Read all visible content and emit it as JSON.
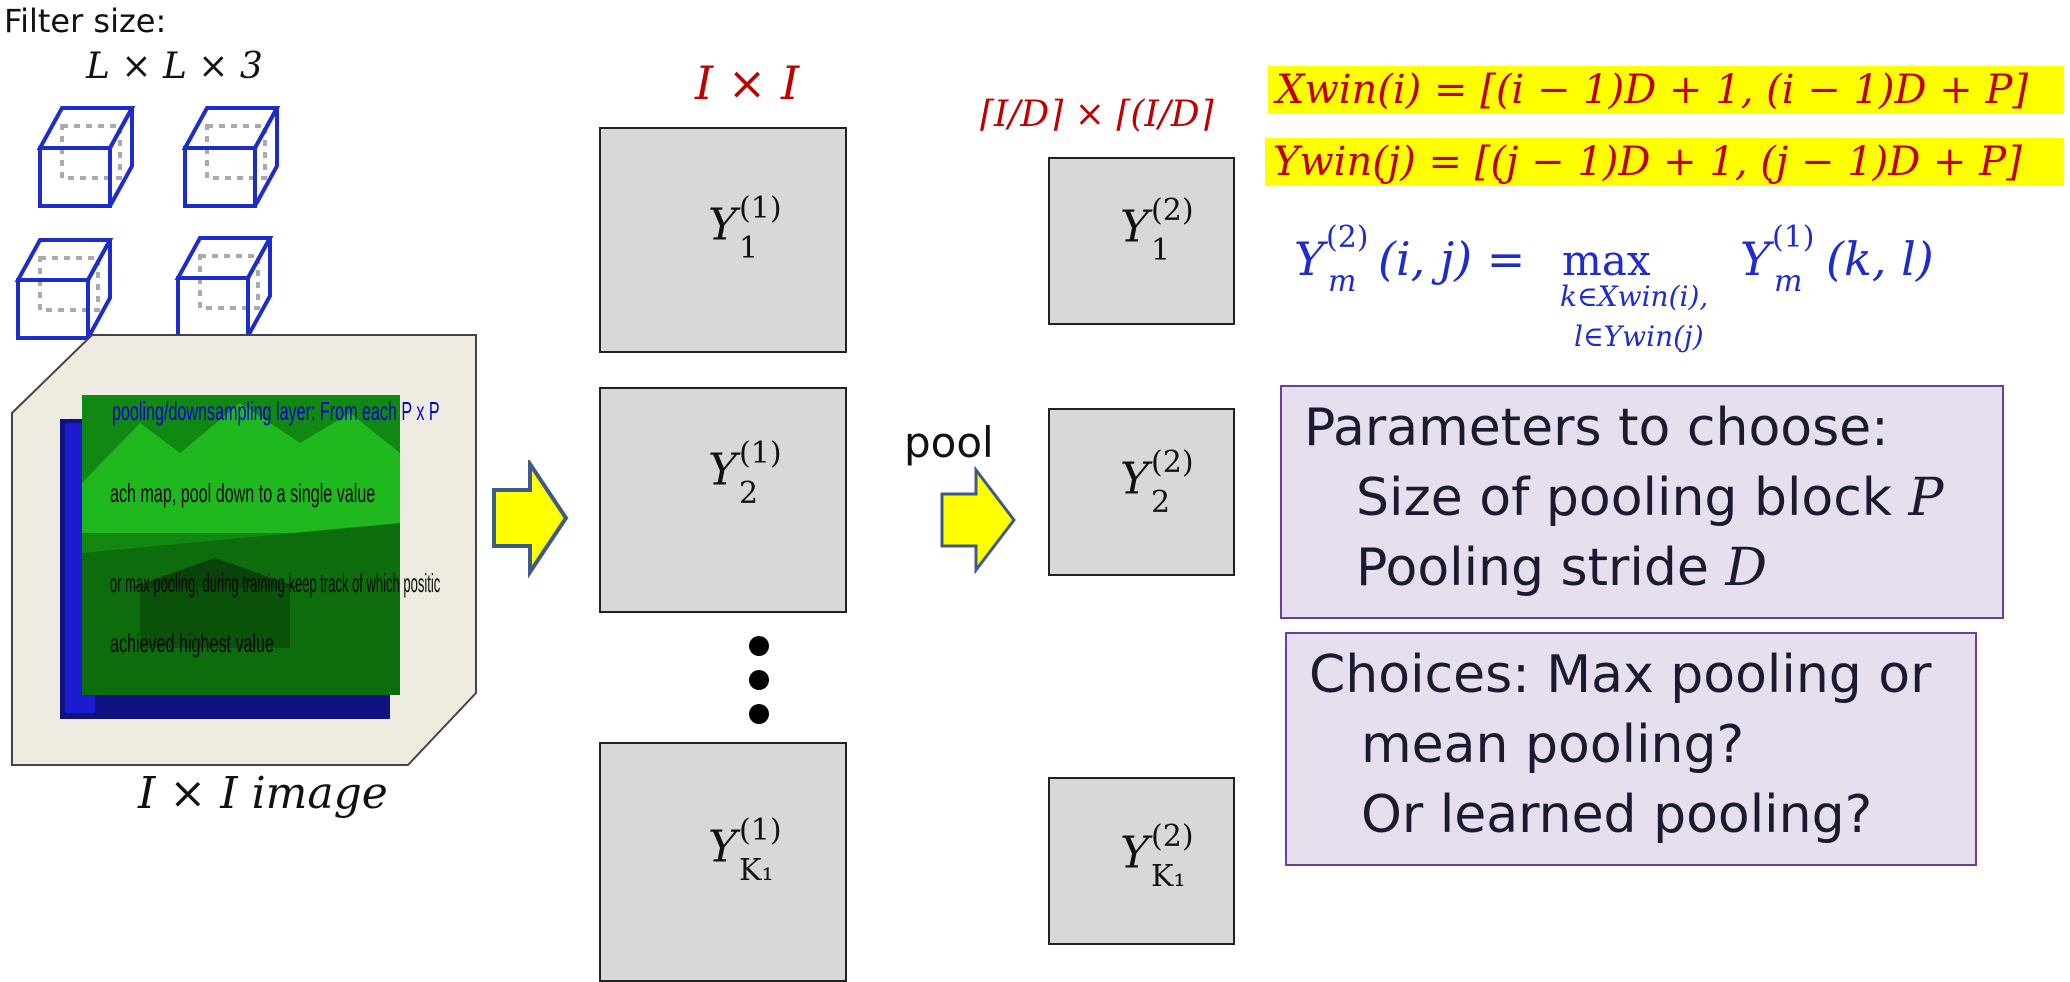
{
  "filter": {
    "label": "Filter size:",
    "dims": "L × L × 3"
  },
  "image": {
    "caption": "I × I image",
    "overlay_lines": [
      "pooling/downsampling layer: From each P x P bl",
      "ach map, pool down to a single value",
      "or max pooling, during training keep track of which positic",
      "achieved highest value"
    ]
  },
  "layer1": {
    "size_label": "I × I",
    "maps": [
      {
        "base": "Y",
        "sup": "(1)",
        "sub": "1"
      },
      {
        "base": "Y",
        "sup": "(1)",
        "sub": "2"
      },
      {
        "base": "Y",
        "sup": "(1)",
        "sub": "K₁"
      }
    ]
  },
  "pool": {
    "label": "pool",
    "size_label": "⌈I/D⌉ × ⌈(I/D⌉"
  },
  "layer2": {
    "maps": [
      {
        "base": "Y",
        "sup": "(2)",
        "sub": "1"
      },
      {
        "base": "Y",
        "sup": "(2)",
        "sub": "2"
      },
      {
        "base": "Y",
        "sup": "(2)",
        "sub": "K₁"
      }
    ]
  },
  "formulas": {
    "xwin": "Xwin(i) = [(i − 1)D + 1, (i − 1)D + P]",
    "ywin": "Ywin(j) = [(j − 1)D + 1, (j − 1)D + P]",
    "ymax_lhs": "Y",
    "ymax_lhs_sup": "(2)",
    "ymax_lhs_sub": "m",
    "ymax_args": "(i, j) =",
    "ymax_op": "max",
    "ymax_under1": "k∈Xwin(i),",
    "ymax_under2": "l∈Ywin(j)",
    "ymax_rhs": "Y",
    "ymax_rhs_sup": "(1)",
    "ymax_rhs_sub": "m",
    "ymax_rhs_args": "(k, l)"
  },
  "panels": {
    "params_title": "Parameters to choose:",
    "params_item1_text": "Size of pooling block",
    "params_item1_var": "P",
    "params_item2_text": "Pooling stride",
    "params_item2_var": "D",
    "choices_line1": "Choices: Max pooling or",
    "choices_line2": "mean pooling?",
    "choices_line3": "Or learned pooling?"
  },
  "colors": {
    "filter_blue": "#1f2ccc",
    "formula_blue": "#1f2ccc",
    "red": "#c00000",
    "highlight": "#ffff00",
    "arrow_fill": "#ffff00",
    "arrow_stroke": "#3d5a8a",
    "map_fill": "#d8d8d8",
    "panel_fill": "#e6e0ee",
    "panel_border": "#6b3f9a"
  }
}
